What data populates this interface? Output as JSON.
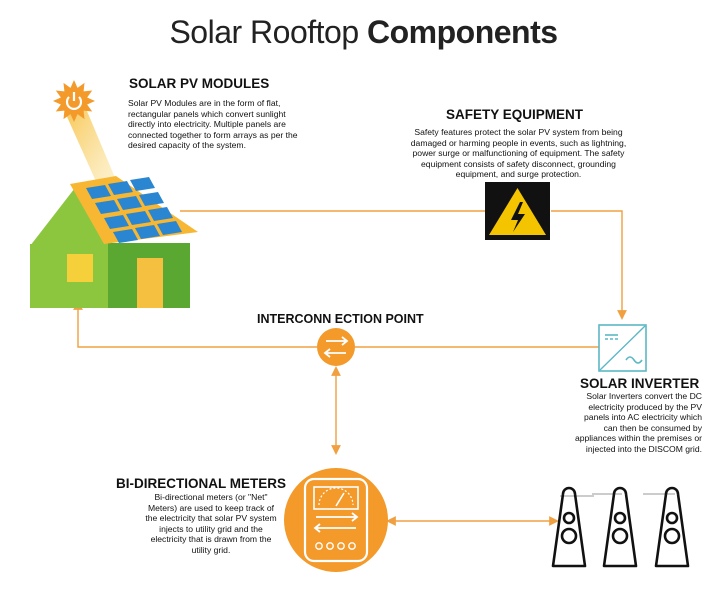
{
  "title": {
    "light": "Solar Rooftop ",
    "bold": "Components"
  },
  "modules": {
    "heading": "SOLAR PV MODULES",
    "text": "Solar PV Modules are in the form of flat, rectangular panels which convert sunlight directly into electricity. Multiple panels are connected together to form arrays as per the desired capacity of the system."
  },
  "safety": {
    "heading": "SAFETY EQUIPMENT",
    "text": "Safety features protect the solar PV system from being damaged or harming people in events, such as lightning, power surge or malfunctioning of equipment. The safety equipment consists of safety disconnect, grounding equipment, and surge protection."
  },
  "interconnection": {
    "heading": "INTERCONN ECTION POINT"
  },
  "inverter": {
    "heading": "SOLAR INVERTER",
    "text": "Solar Inverters convert the DC electricity produced by the PV panels into AC electricity which can then be consumed by appliances within the premises or injected into the DISCOM grid."
  },
  "meters": {
    "heading": "BI-DIRECTIONAL METERS",
    "text": "Bi-directional meters (or \"Net\" Meters) are used to keep track of the electricity that solar PV system injects to utility grid and the electricity that is drawn from the utility grid."
  },
  "colors": {
    "accent": "#f39a2b",
    "line": "#f0a040",
    "roof": "#f7b733",
    "house_light": "#8cc63f",
    "house_dark": "#5aa832",
    "panel": "#2a86d1",
    "hazard_bg": "#111111",
    "hazard_sign": "#f5c400",
    "inverter_line": "#5bb7c5"
  },
  "icons": [
    "sun-icon",
    "house-icon",
    "hazard-icon",
    "inverter-icon",
    "interconnection-icon",
    "meter-icon",
    "transmission-tower-icon"
  ]
}
